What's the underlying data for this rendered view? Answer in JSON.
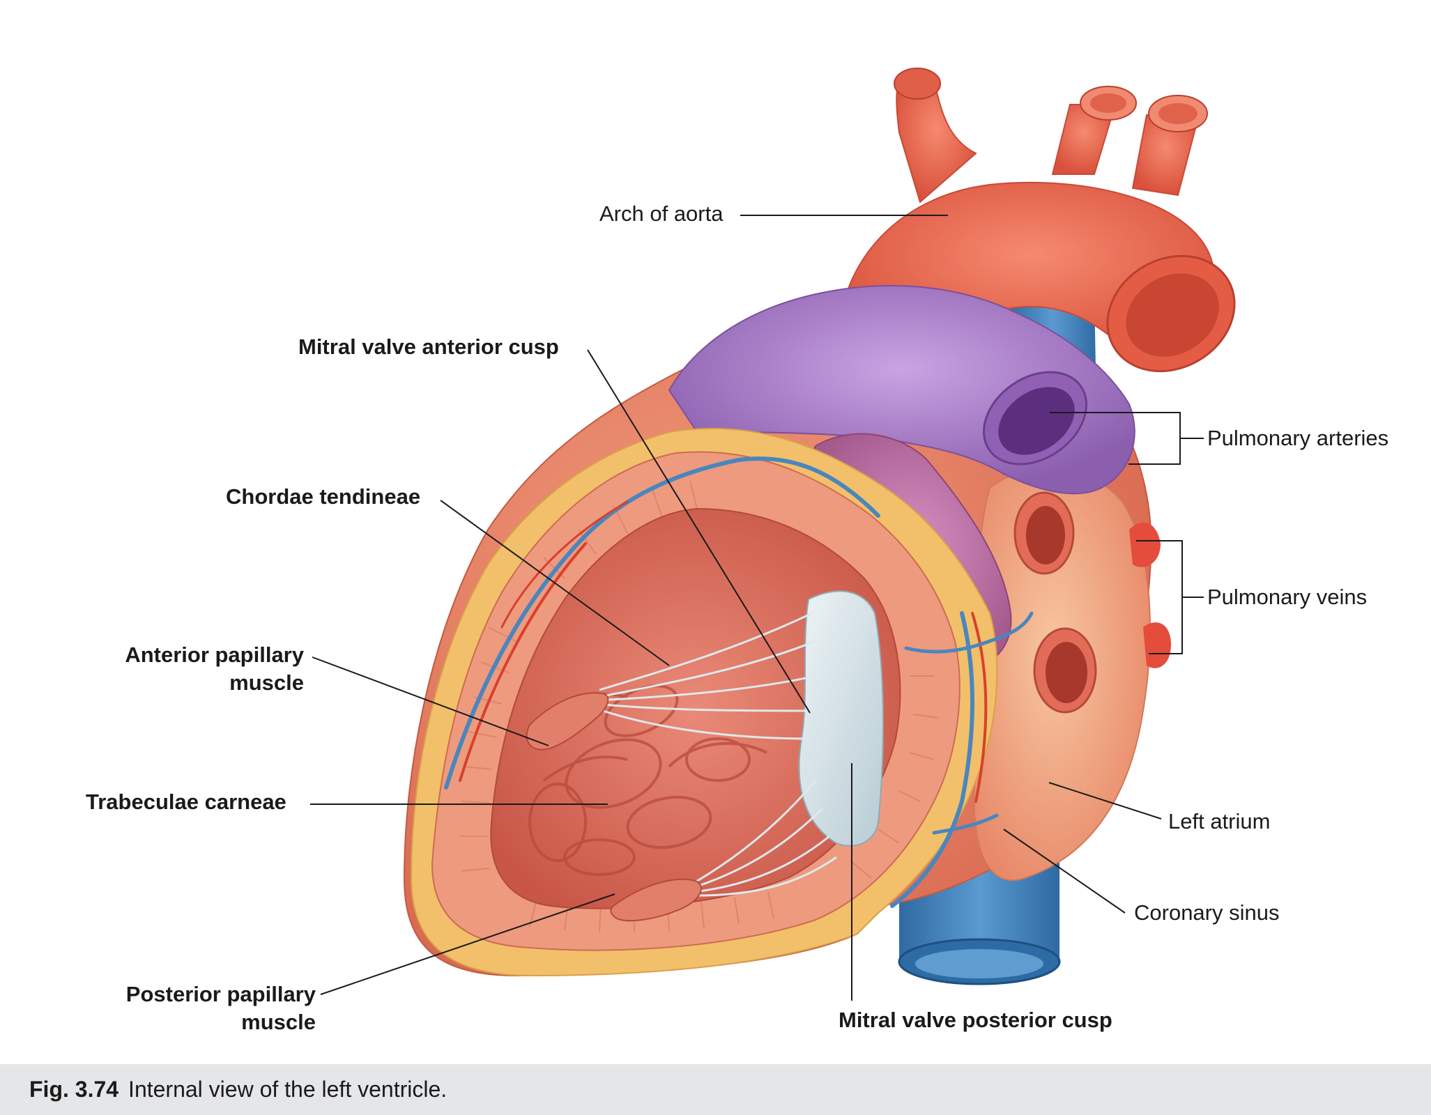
{
  "labels": {
    "arch_of_aorta": "Arch of aorta",
    "mitral_anterior": "Mitral valve anterior cusp",
    "chordae": "Chordae tendineae",
    "ant_papillary_1": "Anterior papillary",
    "ant_papillary_2": "muscle",
    "trabeculae": "Trabeculae carneae",
    "post_papillary_1": "Posterior papillary",
    "post_papillary_2": "muscle",
    "mitral_posterior": "Mitral valve posterior cusp",
    "pulm_arteries": "Pulmonary arteries",
    "pulm_veins": "Pulmonary veins",
    "left_atrium": "Left atrium",
    "coronary_sinus": "Coronary sinus"
  },
  "caption": {
    "figure_number": "Fig. 3.74",
    "text": "Internal view of the left ventricle."
  },
  "colors": {
    "aorta": "#e9614b",
    "pulmonary_artery": "#a67bc7",
    "vein": "#3d7eb7",
    "myocardium": "#e88a6a",
    "fat": "#f2c26a",
    "chamber": "#d86a5b",
    "valve": "#cfdde3",
    "caption_bar": "#e5e6e8"
  }
}
